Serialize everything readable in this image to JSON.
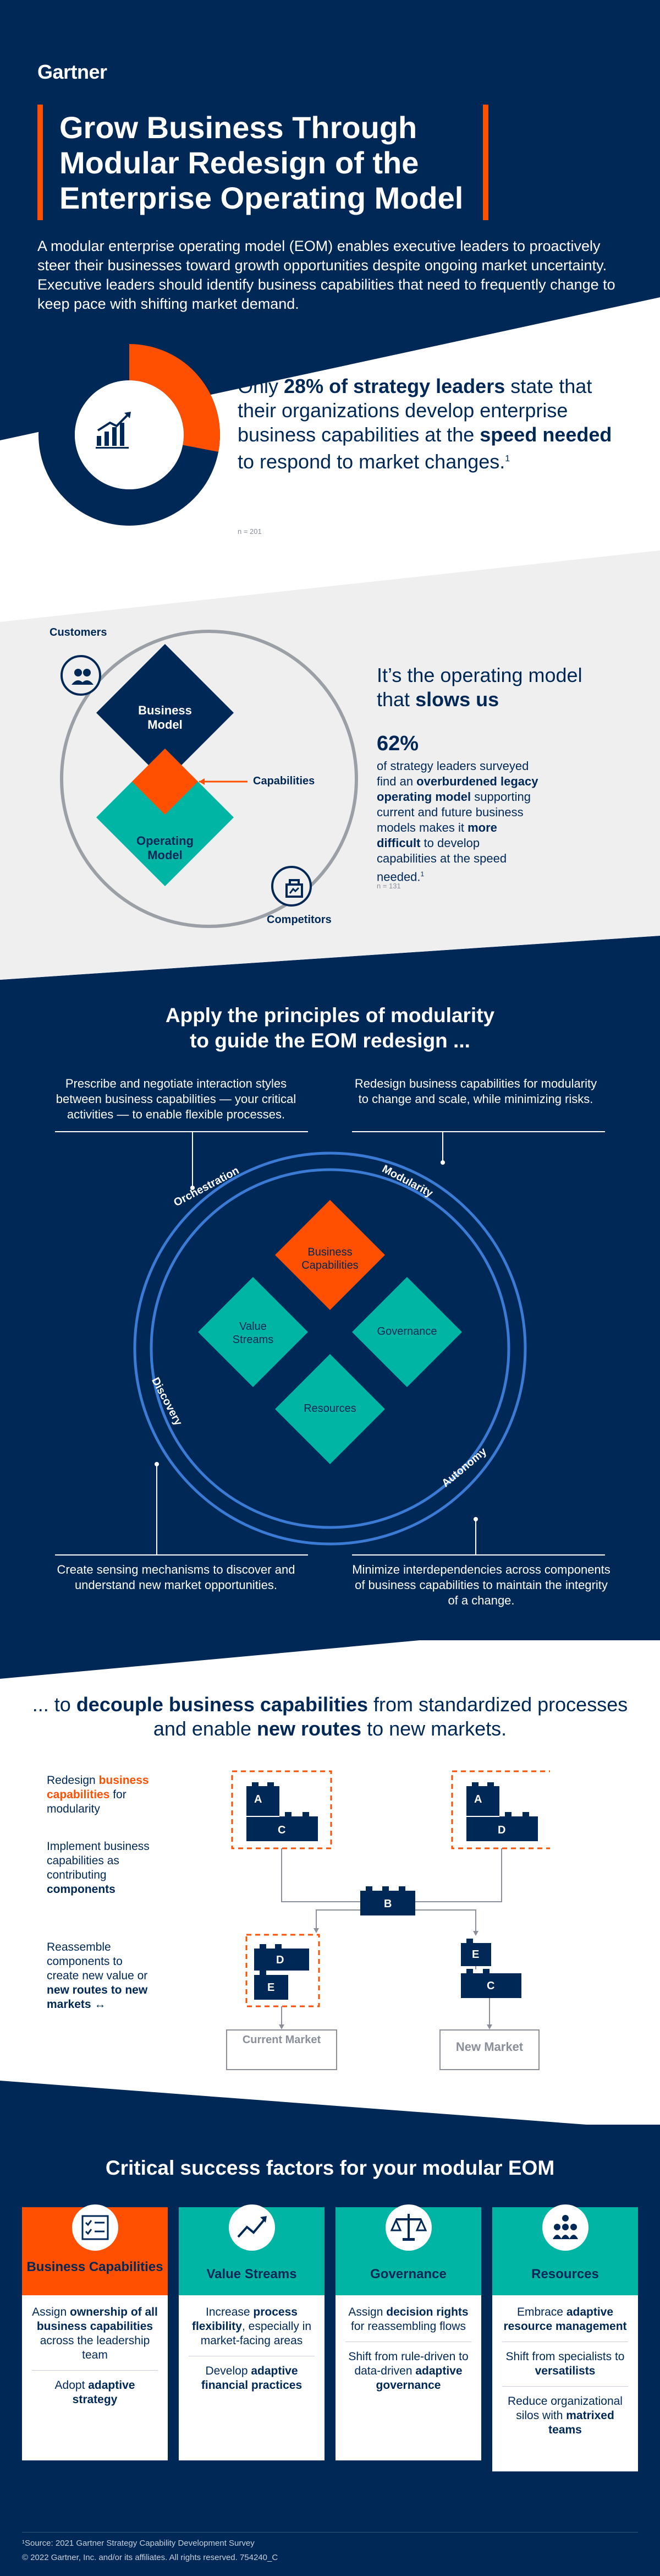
{
  "brand": {
    "logo": "Gartner"
  },
  "header": {
    "title_lines": [
      "Grow Business Through",
      "Modular Redesign of the",
      "Enterprise Operating Model"
    ],
    "intro": "A modular enterprise operating model (EOM) enables executive leaders to proactively steer their businesses toward growth opportunities despite ongoing market uncertainty. Executive leaders should identify business capabilities that need to frequently change to keep pace with shifting market demand."
  },
  "stat1": {
    "pre": "Only ",
    "pct": "28% of strategy leaders",
    "mid": " state that their organizations develop enterprise business capabilities at the ",
    "bold1": "speed needed",
    "post": " to respond to market changes.",
    "footnote_mark": "1",
    "n": "n = 201",
    "donut_pct": 28
  },
  "stat2": {
    "heading_pre": "It’s the operating model that ",
    "heading_bold": "slows us",
    "pct": "62%",
    "text_pre": "of strategy leaders surveyed find an ",
    "text_b1": "overburdened legacy operating model",
    "text_mid": " supporting current and future business models makes it ",
    "text_b2": "more difficult",
    "text_post": " to develop capabilities at the speed needed.",
    "footnote_mark": "1",
    "n": "n = 131",
    "diagram": {
      "customers": "Customers",
      "business_model": "Business Model",
      "capabilities": "Capabilities",
      "operating_model": "Operating Model",
      "competitors": "Competitors"
    }
  },
  "principles": {
    "title_l1": "Apply the principles of modularity",
    "title_l2": "to guide the EOM redesign ...",
    "orchestration_text": "Prescribe and negotiate interaction styles between business capabilities — your critical activities — to enable flexible processes.",
    "modularity_text": "Redesign business capabilities for modularity to change and scale, while minimizing risks.",
    "discovery_text": "Create sensing mechanisms to discover and understand new market opportunities.",
    "autonomy_text": "Minimize interdependencies across components of business capabilities to maintain the integrity of a change.",
    "ring_labels": {
      "orchestration": "Orchestration",
      "modularity": "Modularity",
      "discovery": "Discovery",
      "autonomy": "Autonomy"
    },
    "diamonds": {
      "business_capabilities": "Business Capabilities",
      "value_streams": "Value Streams",
      "governance": "Governance",
      "resources": "Resources"
    }
  },
  "decouple": {
    "title_pre": "... to ",
    "title_b1": "decouple business capabilities",
    "title_mid": " from standardized processes and enable ",
    "title_b2": "new routes",
    "title_post": " to new markets.",
    "step1_pre": "Redesign ",
    "step1_b": "business capabilities",
    "step1_post": " for modularity",
    "step2_pre": "Implement business capabilities as contributing ",
    "step2_b": "components",
    "step3_pre": "Reassemble components to create new value or ",
    "step3_b": "new routes to new markets",
    "step3_arrow": "↔",
    "blocks": {
      "a": "A",
      "b": "B",
      "c": "C",
      "d": "D",
      "e": "E"
    },
    "current_market": "Current Market",
    "new_market": "New Market"
  },
  "factors": {
    "title": "Critical success factors for your modular EOM",
    "cards": [
      {
        "title": "Business Capabilities",
        "icon": "checklist-icon",
        "items": [
          [
            "Assign ",
            "ownership of all business capabilities",
            " across the leadership team"
          ],
          [
            "Adopt ",
            "adaptive strategy",
            ""
          ]
        ]
      },
      {
        "title": "Value Streams",
        "icon": "trend-up-icon",
        "items": [
          [
            "Increase ",
            "process flexibility",
            ", especially in market-facing areas"
          ],
          [
            "Develop ",
            "adaptive financial practices",
            ""
          ]
        ]
      },
      {
        "title": "Governance",
        "icon": "scales-icon",
        "items": [
          [
            "Assign ",
            "decision rights",
            " for reassembling flows"
          ],
          [
            "Shift from rule-driven to data-driven ",
            "adaptive governance",
            ""
          ]
        ]
      },
      {
        "title": "Resources",
        "icon": "people-icon",
        "items": [
          [
            "Embrace ",
            "adaptive resource management",
            ""
          ],
          [
            "Shift from specialists to ",
            "versatilists",
            ""
          ],
          [
            "Reduce organizational silos with ",
            "matrixed teams",
            ""
          ]
        ]
      }
    ]
  },
  "footer": {
    "source": "¹Source: 2021 Gartner Strategy Capability Development Survey",
    "copyright": "© 2022 Gartner, Inc. and/or its affiliates. All rights reserved. 754240_C"
  },
  "colors": {
    "navy": "#002856",
    "orange": "#fe5000",
    "teal": "#00b5a3",
    "light_gray": "#efefef"
  }
}
